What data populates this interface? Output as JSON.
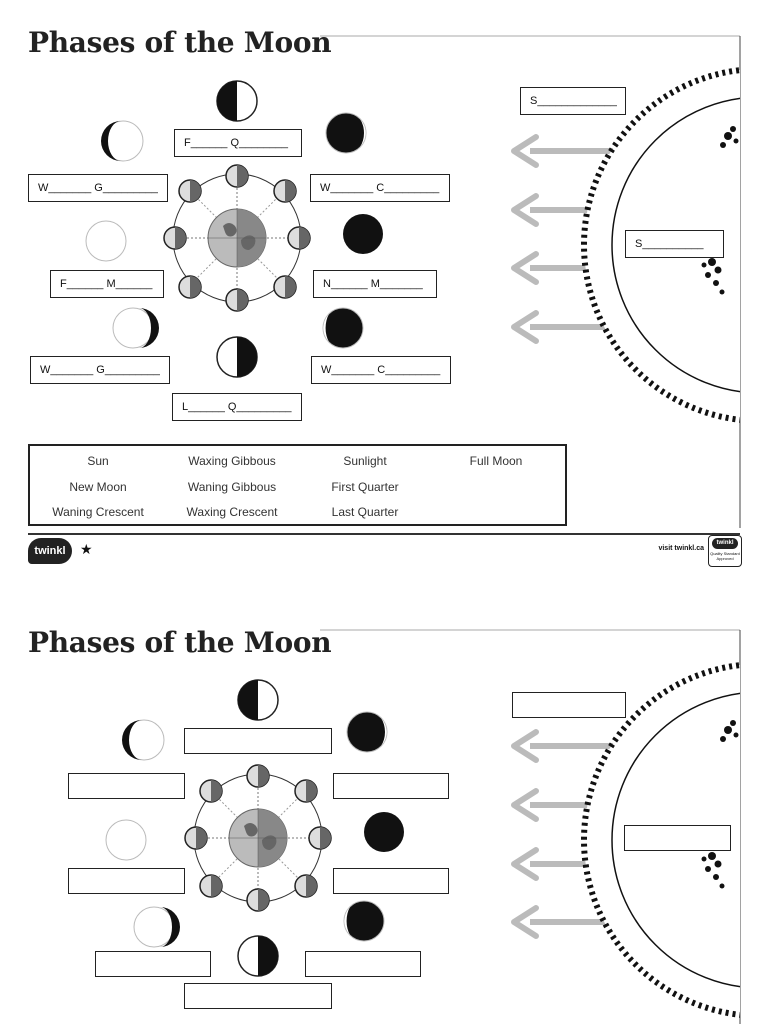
{
  "pages": [
    {
      "title": "Phases of the Moon",
      "labels": {
        "top": "F______ Q________",
        "upper_left": "W_______ G_________",
        "upper_right": "W_______ C_________",
        "mid_left": "F______ M______",
        "mid_right": "N______ M_______",
        "lower_left": "W_______ G_________",
        "lower_right": "W_______ C_________",
        "bottom": "L______ Q_________",
        "sun_top": "S_____________",
        "sun_mid": "S__________"
      },
      "word_bank": [
        [
          "Sun",
          "Waxing Gibbous",
          "Sunlight",
          "Full Moon"
        ],
        [
          "New Moon",
          "Waning Gibbous",
          "First Quarter",
          ""
        ],
        [
          "Waning Crescent",
          "Waxing Crescent",
          "Last Quarter",
          ""
        ]
      ],
      "footer": {
        "logo": "twinkl",
        "star": "★",
        "url": "visit twinkl.ca",
        "badge_logo": "twinkl",
        "badge_text": "Quality Standard Approved"
      }
    },
    {
      "title": "Phases of the Moon"
    }
  ],
  "icons": {
    "star": "star-icon",
    "check": "check-icon"
  }
}
